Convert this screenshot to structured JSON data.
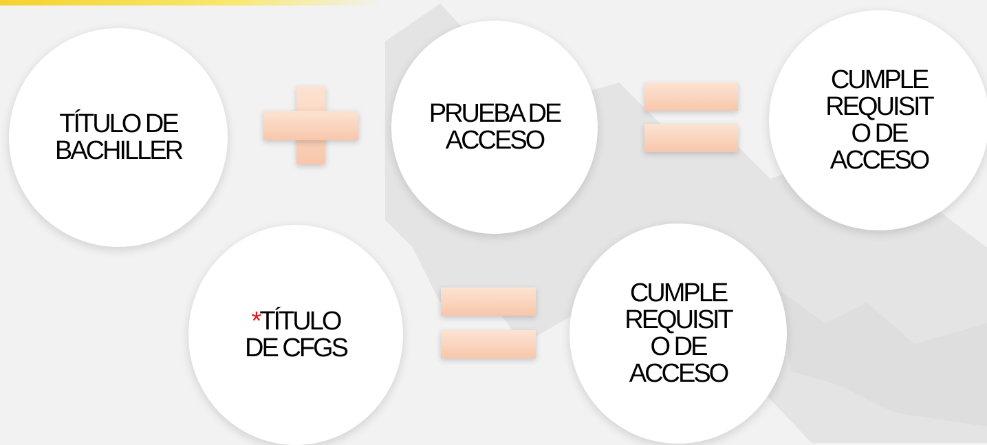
{
  "diagram": {
    "row1": {
      "left": "TÍTULO DE\nBACHILLER",
      "middle": "PRUEBA DE\nACCESO",
      "result": "CUMPLE\nREQUISIT\nO DE\nACCESO"
    },
    "row2": {
      "asterisk": "*",
      "left": "TÍTULO\nDE CFGS",
      "result": "CUMPLE\nREQUISIT\nO DE\nACCESO"
    },
    "operators": {
      "plus": "plus-sign",
      "equals": "equals-sign"
    },
    "colors": {
      "accent": "#f9cdb2",
      "asterisk": "#e3161b",
      "top_bar": "#f4d22f",
      "background": "#f2f2f2"
    }
  }
}
